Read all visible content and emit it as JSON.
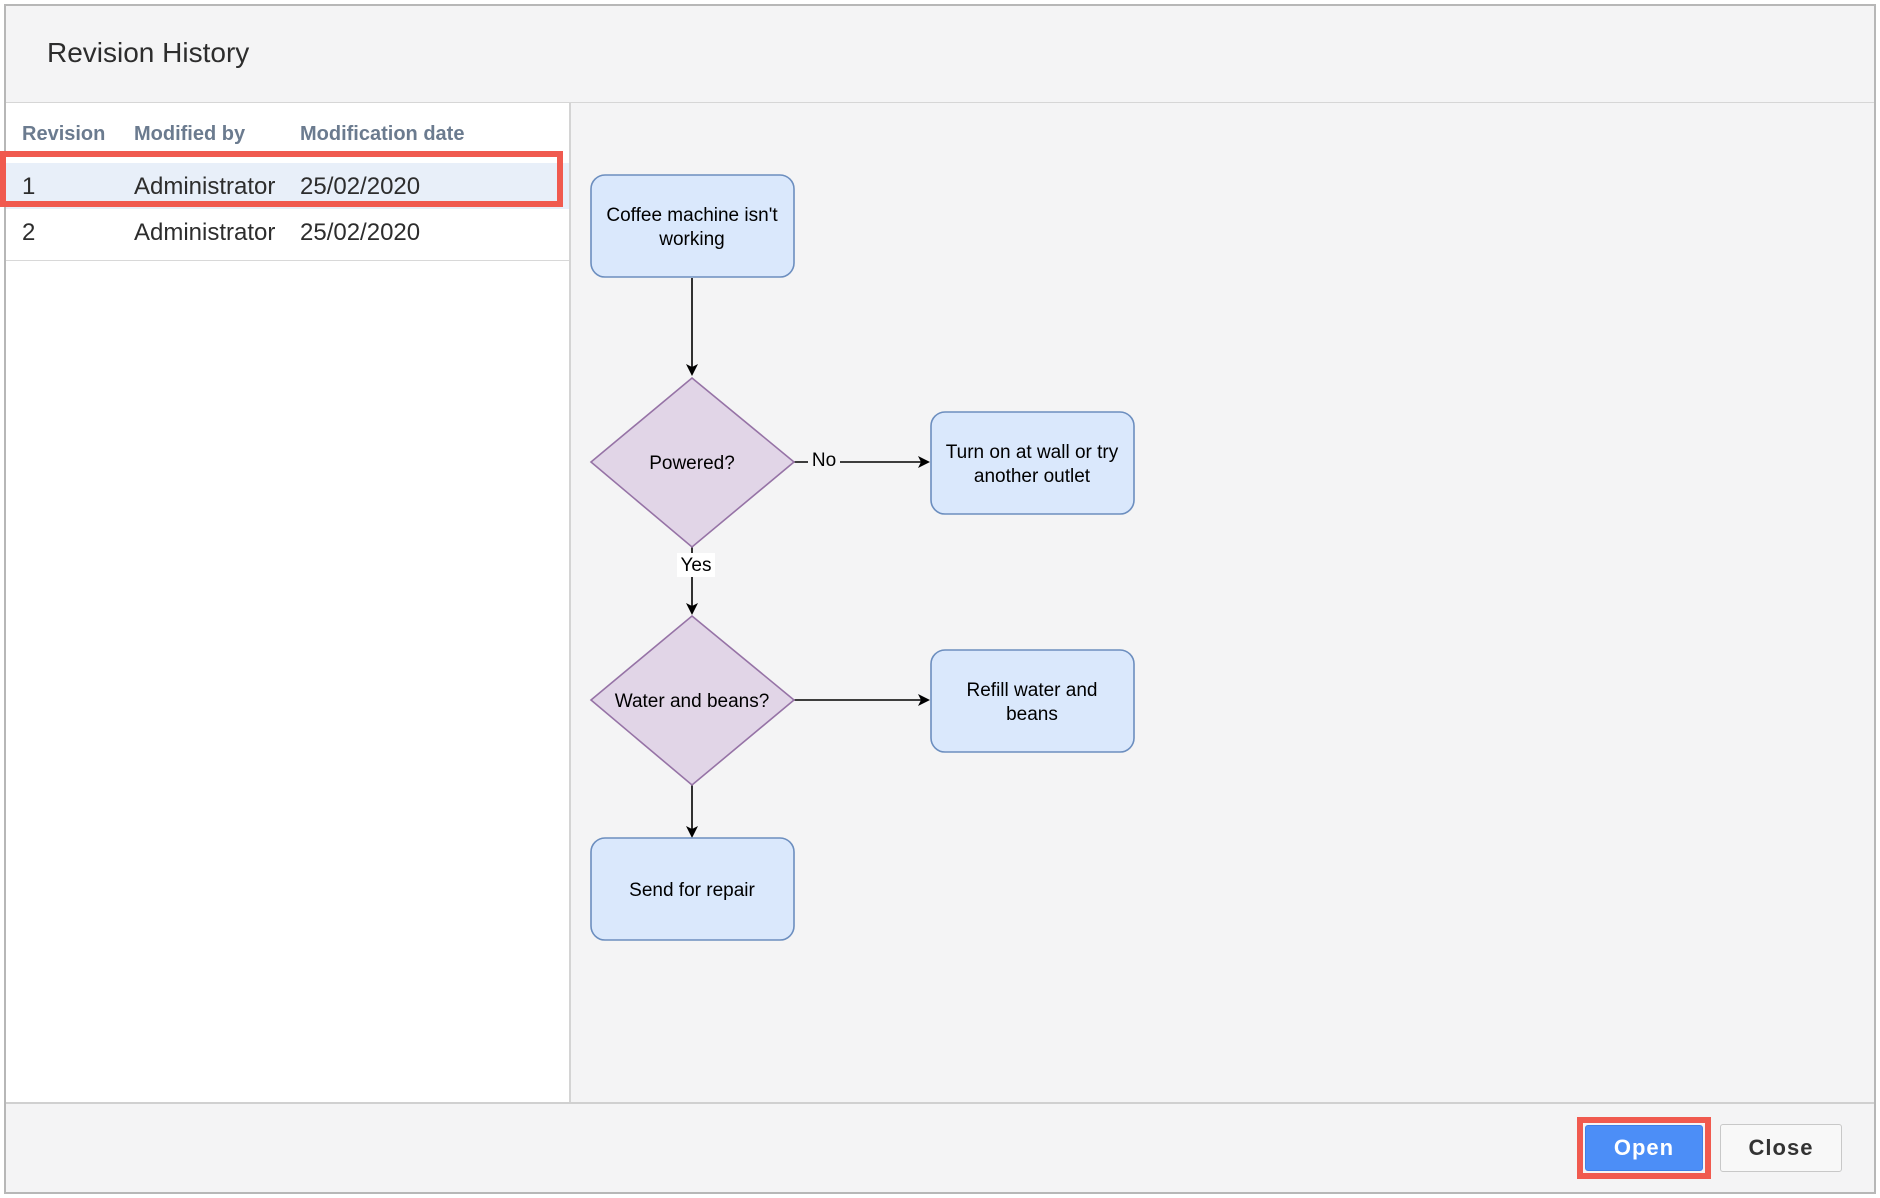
{
  "dialog": {
    "title": "Revision History"
  },
  "revisions": {
    "columns": [
      "Revision",
      "Modified by",
      "Modification date"
    ],
    "rows": [
      {
        "revision": "1",
        "modified_by": "Administrator",
        "date": "25/02/2020",
        "selected": true
      },
      {
        "revision": "2",
        "modified_by": "Administrator",
        "date": "25/02/2020",
        "selected": false
      }
    ]
  },
  "diagram": {
    "nodes": {
      "start_line1": "Coffee machine isn't",
      "start_line2": "working",
      "powered": "Powered?",
      "turn_on_line1": "Turn on at wall or try",
      "turn_on_line2": "another outlet",
      "water_beans": "Water and beans?",
      "refill_line1": "Refill water and",
      "refill_line2": "beans",
      "repair": "Send for repair"
    },
    "edge_labels": {
      "no": "No",
      "yes": "Yes"
    },
    "colors": {
      "process_fill": "#dae8fc",
      "process_stroke": "#6c8ebf",
      "decision_fill": "#e1d5e7",
      "decision_stroke": "#9673a6"
    }
  },
  "footer": {
    "open_label": "Open",
    "close_label": "Close"
  },
  "colors": {
    "accent": "#4c8ef7",
    "highlight": "#f05a4f",
    "selected_row": "#e8eff9"
  }
}
